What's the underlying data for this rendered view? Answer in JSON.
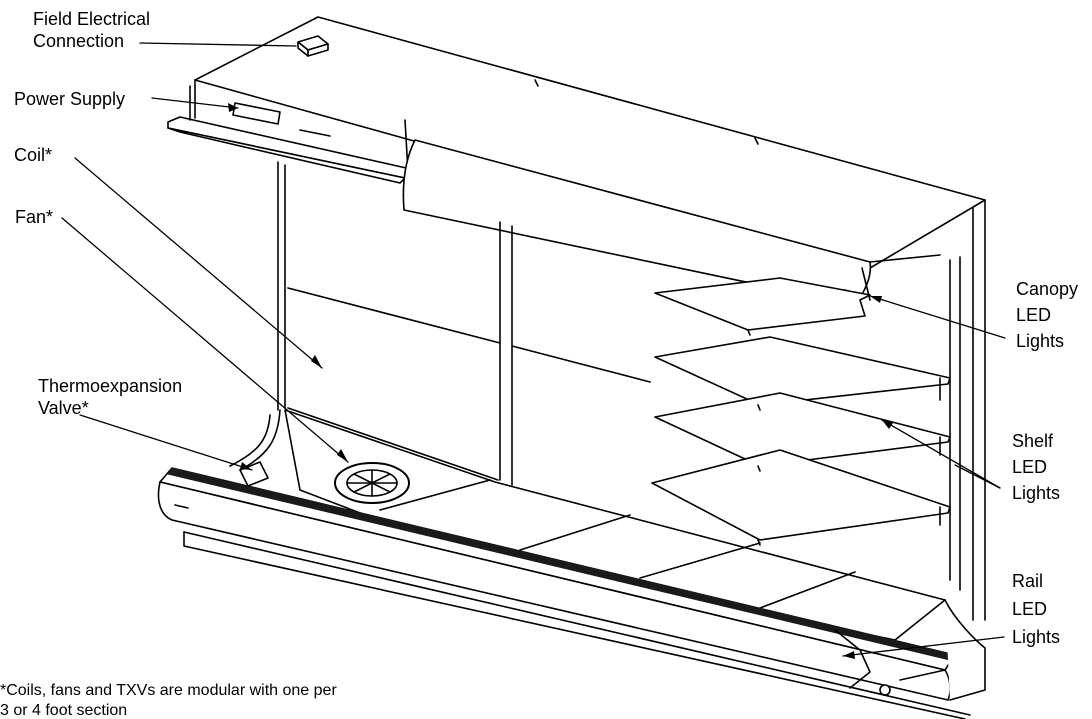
{
  "labels": {
    "field_electrical": [
      "Field Electrical",
      "Connection"
    ],
    "power_supply": "Power Supply",
    "coil": "Coil*",
    "fan": "Fan*",
    "txv": [
      "Thermoexpansion",
      "Valve*"
    ],
    "canopy": [
      "Canopy",
      "LED",
      "Lights"
    ],
    "shelf": [
      "Shelf",
      "LED",
      "Lights"
    ],
    "rail": [
      "Rail",
      "LED",
      "Lights"
    ]
  },
  "footnote": [
    "*Coils, fans and TXVs are modular with one per",
    "3 or 4 foot section"
  ],
  "colors": {
    "line": "#000000",
    "fill": "#ffffff",
    "grille": "#1a1a1a"
  }
}
